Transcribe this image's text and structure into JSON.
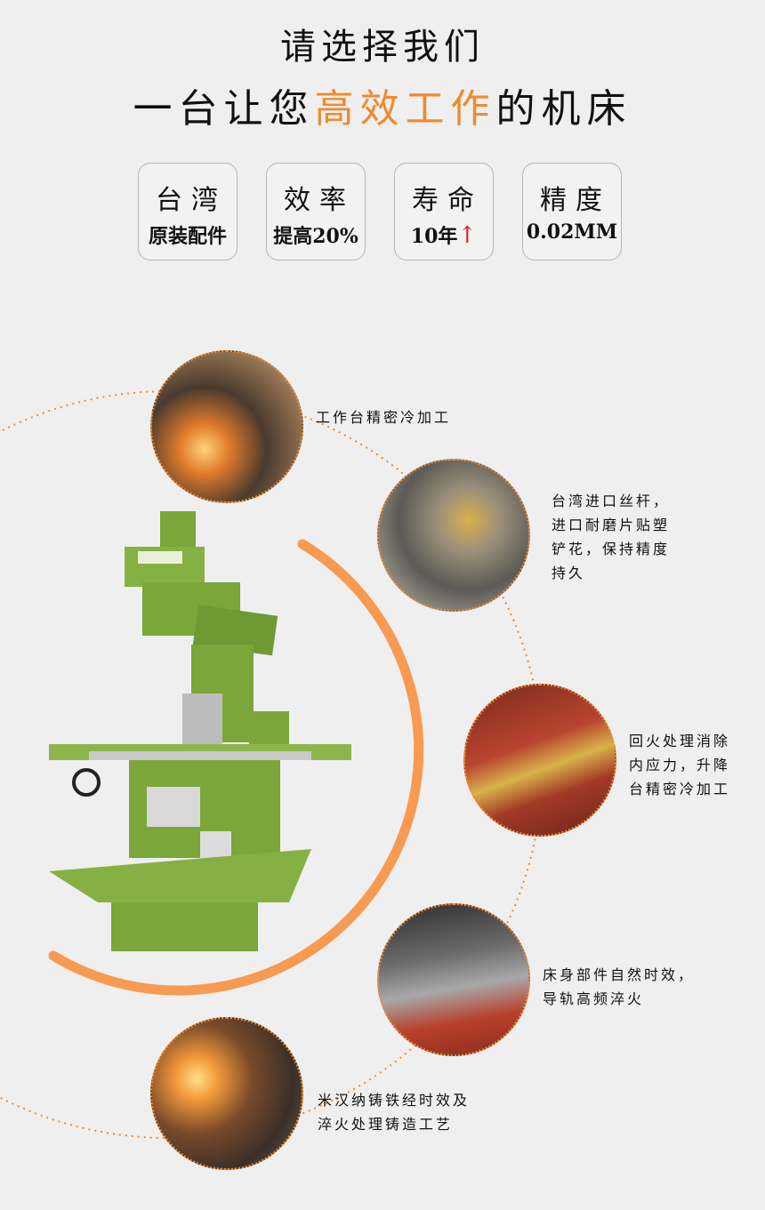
{
  "header": {
    "line1": "请选择我们",
    "line2_pre": "一台让您",
    "line2_highlight": "高效工作",
    "line2_post": "的机床"
  },
  "badges": [
    {
      "title": "台湾",
      "sub": "原装配件"
    },
    {
      "title": "效率",
      "sub": "提高20%"
    },
    {
      "title": "寿命",
      "sub": "10年",
      "icon": "up-arrow-icon"
    },
    {
      "title": "精度",
      "sub": "0.02MM"
    }
  ],
  "features": [
    {
      "caption": "工作台精密冷加工"
    },
    {
      "caption": "台湾进口丝杆，\n进口耐磨片贴塑\n铲花，保持精度\n持久"
    },
    {
      "caption": "回火处理消除\n内应力，升降\n台精密冷加工"
    },
    {
      "caption": "床身部件自然时效，\n导轨高频淬火"
    },
    {
      "caption": "米汉纳铸铁经时效及\n淬火处理铸造工艺"
    }
  ],
  "colors": {
    "accent": "#f08a2c",
    "arrow": "#e8141a",
    "machine_green": "#7aa63a",
    "background": "#efefef"
  }
}
